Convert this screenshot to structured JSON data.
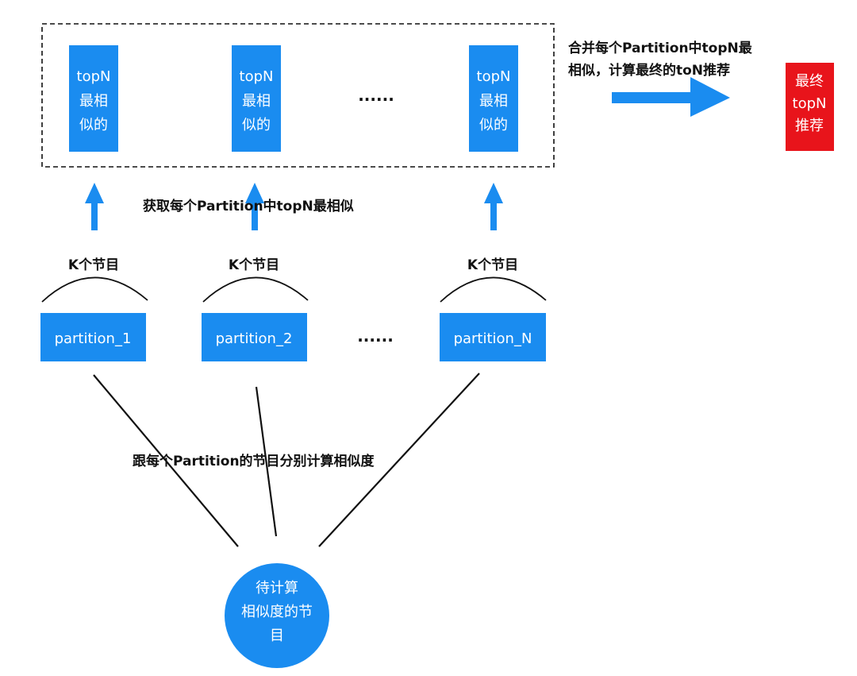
{
  "colors": {
    "blue": "#1a8cf0",
    "red": "#e8141b",
    "text": "#111111",
    "white": "#ffffff"
  },
  "topn_boxes": [
    {
      "lines": [
        "topN",
        "最相",
        "似的"
      ]
    },
    {
      "lines": [
        "topN",
        "最相",
        "似的"
      ]
    },
    {
      "lines": [
        "topN",
        "最相",
        "似的"
      ]
    }
  ],
  "topn_ellipsis": "......",
  "merge_label": [
    "合并每个Partition中topN最",
    "相似，计算最终的toN推荐"
  ],
  "final_box": {
    "lines": [
      "最终",
      "topN",
      "推荐"
    ]
  },
  "fetch_label": "获取每个Partition中topN最相似",
  "k_labels": [
    "K个节目",
    "K个节目",
    "K个节目"
  ],
  "partitions": [
    "partition_1",
    "partition_2",
    "partition_N"
  ],
  "partition_ellipsis": "......",
  "similarity_label": "跟每个Partition的节目分别计算相似度",
  "target_circle": {
    "lines": [
      "待计算",
      "相似度的节",
      "目"
    ]
  }
}
